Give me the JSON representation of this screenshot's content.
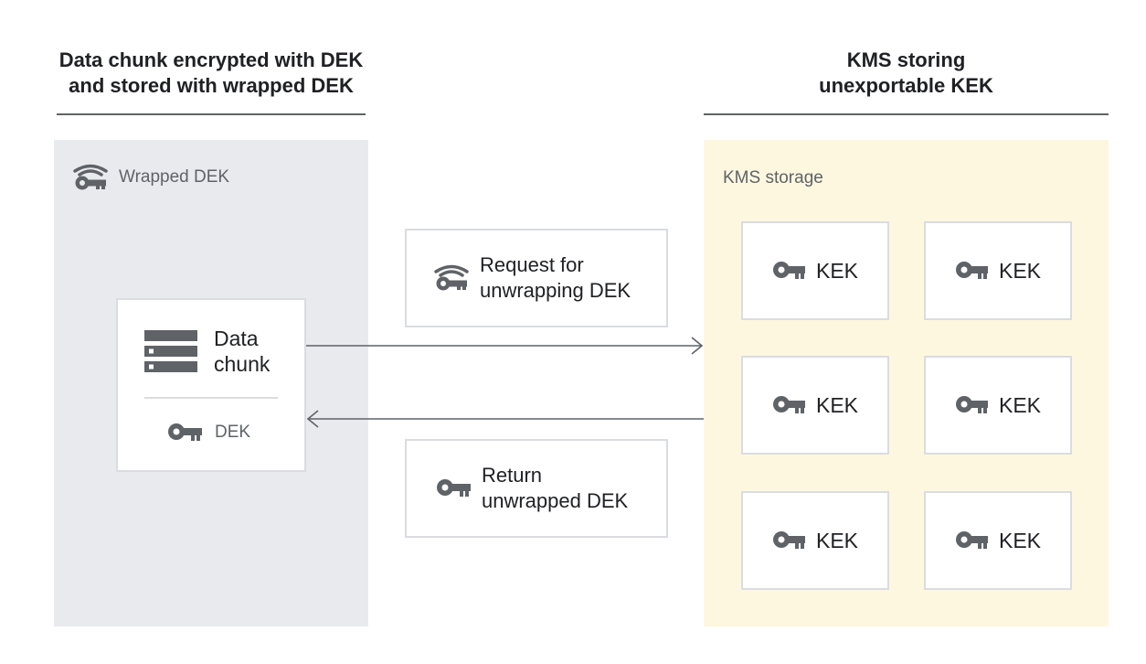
{
  "left_section": {
    "title_line1": "Data chunk encrypted with DEK",
    "title_line2": "and stored with wrapped DEK",
    "panel_label": "Wrapped DEK",
    "panel_icon": "wrapped-key-icon",
    "data_chunk": {
      "icon": "storage-icon",
      "label_line1": "Data",
      "label_line2": "chunk",
      "dek_icon": "key-icon",
      "dek_label": "DEK"
    }
  },
  "right_section": {
    "title_line1": "KMS storing",
    "title_line2": "unexportable KEK",
    "panel_label": "KMS storage",
    "keys": [
      {
        "icon": "key-icon",
        "label": "KEK"
      },
      {
        "icon": "key-icon",
        "label": "KEK"
      },
      {
        "icon": "key-icon",
        "label": "KEK"
      },
      {
        "icon": "key-icon",
        "label": "KEK"
      },
      {
        "icon": "key-icon",
        "label": "KEK"
      },
      {
        "icon": "key-icon",
        "label": "KEK"
      }
    ]
  },
  "messages": {
    "request": {
      "icon": "wrapped-key-icon",
      "line1": "Request for",
      "line2": "unwrapping DEK"
    },
    "response": {
      "icon": "key-icon",
      "line1": "Return",
      "line2": "unwrapped DEK"
    }
  },
  "colors": {
    "left_panel": "#e8eaed",
    "right_panel": "#fef7e0",
    "icon": "#5f6368",
    "box_border": "#dadce0"
  }
}
